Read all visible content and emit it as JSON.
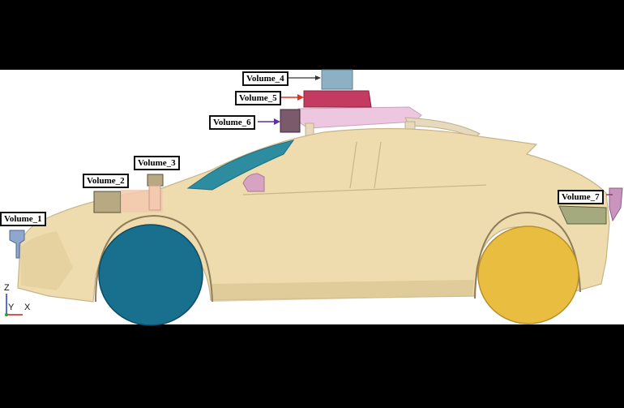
{
  "labels": {
    "v1": "Volume_1",
    "v2": "Volume_2",
    "v3": "Volume_3",
    "v4": "Volume_4",
    "v5": "Volume_5",
    "v6": "Volume_6",
    "v7": "Volume_7"
  },
  "axes": {
    "z": "Z",
    "y": "Y",
    "x": "X"
  },
  "colors": {
    "background": "#000000",
    "canvas": "#ffffff",
    "body": "#efdcae",
    "body_shade": "#d8c592",
    "front_wheel": "#19708e",
    "rear_wheel": "#e8bd40",
    "windshield": "#2d8ca0",
    "roof_rack": "#ecc7df",
    "volume_4": "#8eb0c4",
    "volume_5": "#c33b61",
    "volume_6": "#7a5a6b",
    "volume_7": "#a5aa7e",
    "volume_2": "#b9a982",
    "volume_3": "#b9a982",
    "volume_1": "#8fa7cf",
    "arrow_v5": "#e03020",
    "arrow_v6": "#6030a0",
    "arrow_v7": "#904080"
  }
}
